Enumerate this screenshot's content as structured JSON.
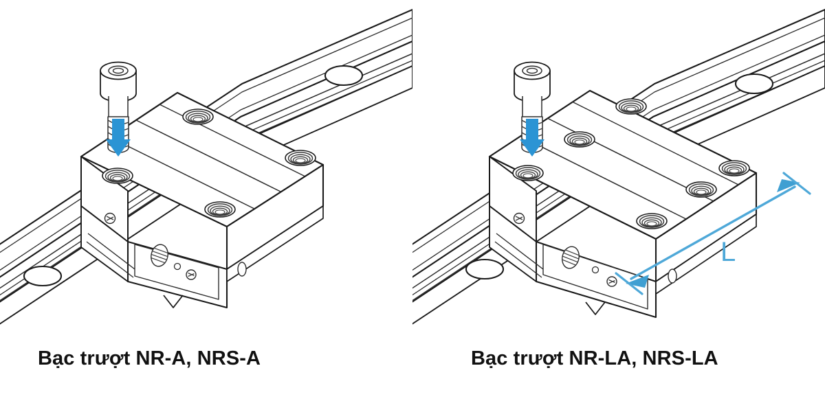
{
  "page": {
    "background_color": "#ffffff",
    "line_color": "#1a1a1a",
    "accent_color": "#2b94d4",
    "accent_color_light": "#6bb9e0",
    "face_fill": "#ffffff",
    "shade_fill": "#f2f2f2"
  },
  "panels": [
    {
      "id": "left",
      "caption": "Bạc trượt NR-A, NRS-A",
      "block_type": "A",
      "block_length_label": "",
      "top_mounting_holes": 4,
      "arrow_label": "",
      "has_dimension_line": false,
      "parts": {
        "screw": "socket-head-cap-screw",
        "block": "carriage-block",
        "rail": "linear-rail",
        "arrow": "install-direction-arrow"
      }
    },
    {
      "id": "right",
      "caption": "Bạc trượt NR-LA, NRS-LA",
      "block_type": "LA",
      "block_length_label": "L",
      "top_mounting_holes": 6,
      "arrow_label": "L",
      "has_dimension_line": true,
      "parts": {
        "screw": "socket-head-cap-screw",
        "block": "carriage-block-long",
        "rail": "linear-rail",
        "arrow": "install-direction-arrow",
        "dimension": "length-dimension-arrow"
      }
    }
  ],
  "labels": {
    "length_symbol": "L"
  }
}
